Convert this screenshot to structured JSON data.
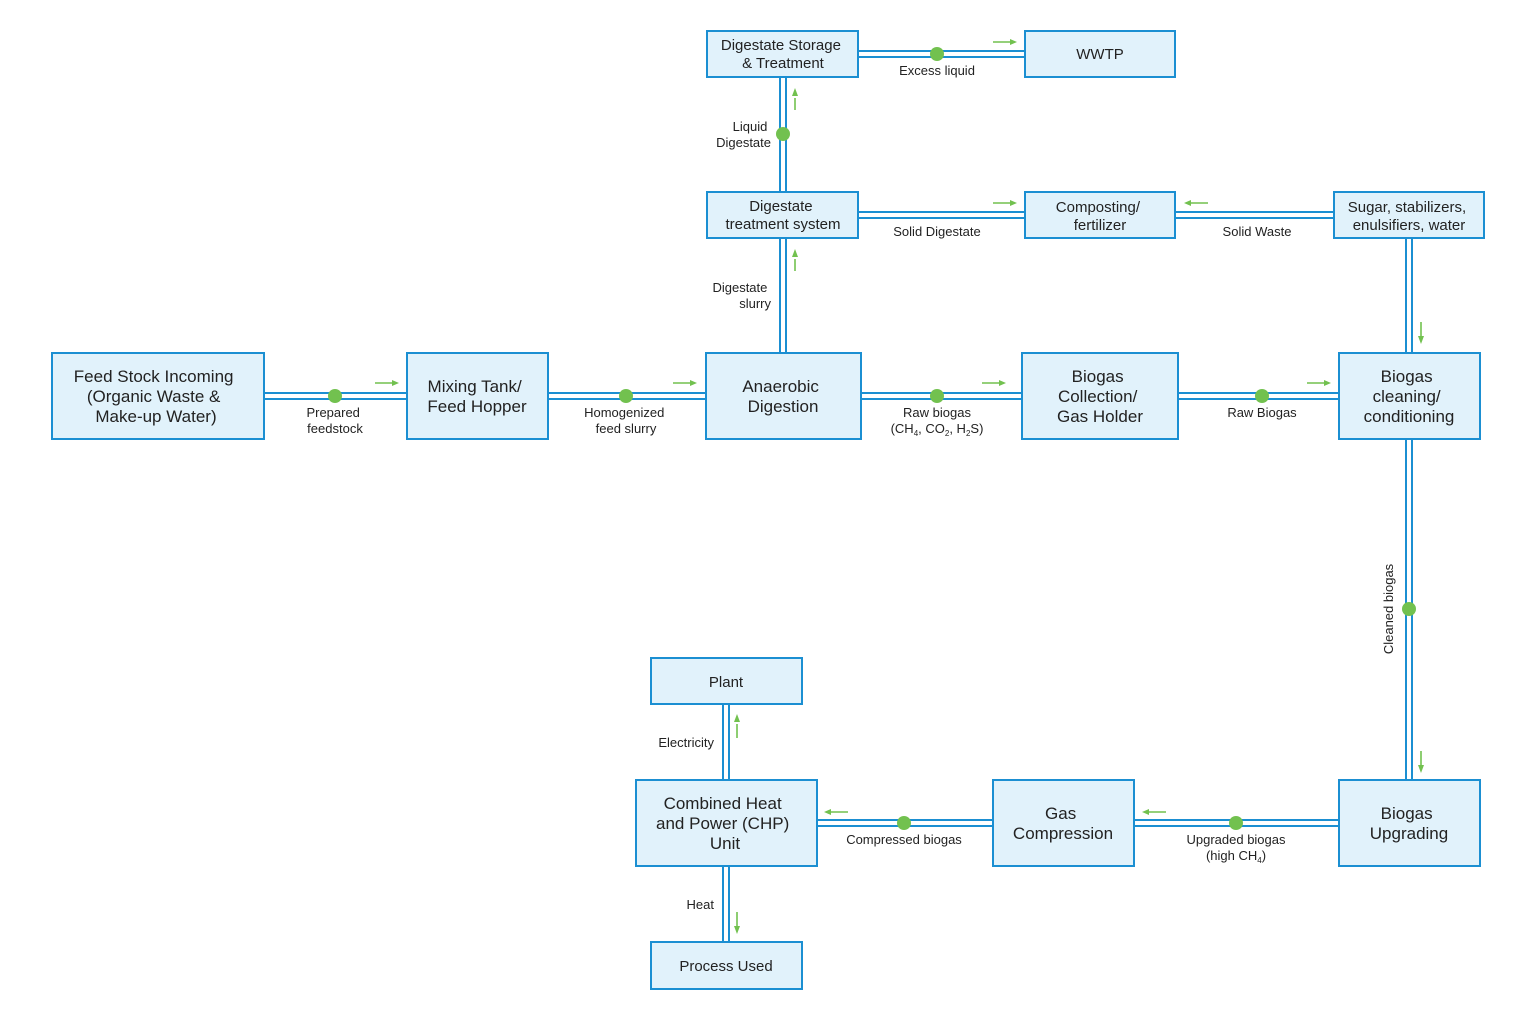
{
  "boxes": {
    "feedstock": {
      "lines": [
        "Feed Stock Incoming",
        "(Organic Waste &",
        "Make-up Water)"
      ]
    },
    "mixing": {
      "lines": [
        "Mixing Tank/",
        "Feed Hopper"
      ]
    },
    "digestion": {
      "lines": [
        "Anaerobic",
        "Digestion"
      ]
    },
    "collection": {
      "lines": [
        "Biogas",
        "Collection/",
        "Gas Holder"
      ]
    },
    "cleaning": {
      "lines": [
        "Biogas",
        "cleaning/",
        "conditioning"
      ]
    },
    "upgrading": {
      "lines": [
        "Biogas",
        "Upgrading"
      ]
    },
    "compression": {
      "lines": [
        "Gas",
        "Compression"
      ]
    },
    "chp": {
      "lines": [
        "Combined Heat",
        "and Power (CHP)",
        "Unit"
      ]
    },
    "plant": {
      "lines": [
        "Plant"
      ]
    },
    "process": {
      "lines": [
        "Process Used"
      ]
    },
    "treatment": {
      "lines": [
        "Digestate",
        "treatment system"
      ]
    },
    "storage": {
      "lines": [
        "Digestate Storage",
        "& Treatment"
      ]
    },
    "wwtp": {
      "lines": [
        "WWTP"
      ]
    },
    "composting": {
      "lines": [
        "Composting/",
        "fertilizer"
      ]
    },
    "additives": {
      "lines": [
        "Sugar, stabilizers,",
        "enulsifiers, water"
      ]
    }
  },
  "labels": {
    "prepared": [
      "Prepared",
      "feedstock"
    ],
    "homogenized": [
      "Homogenized",
      "feed slurry"
    ],
    "raw_biogas_1": "Raw biogas",
    "raw_biogas_1_formula": {
      "open": "(CH",
      "s1": "4",
      "mid1": ", CO",
      "s2": "2",
      "mid2": ", H",
      "s3": "2",
      "close": "S)"
    },
    "raw_biogas_2": "Raw Biogas",
    "cleaned": "Cleaned biogas",
    "upgraded": "Upgraded biogas",
    "upgraded_formula": {
      "open": "(high CH",
      "s1": "4",
      "close": ")"
    },
    "compressed": "Compressed biogas",
    "electricity": "Electricity",
    "heat": "Heat",
    "digestate_slurry": [
      "Digestate",
      "slurry"
    ],
    "liquid_digestate": [
      "Liquid",
      "Digestate"
    ],
    "excess_liquid": "Excess liquid",
    "solid_digestate": "Solid Digestate",
    "solid_waste": "Solid Waste"
  },
  "colors": {
    "box_fill": "#e1f2fb",
    "box_stroke": "#1b8fd2",
    "node": "#72c14f",
    "arrow": "#72c14f"
  }
}
